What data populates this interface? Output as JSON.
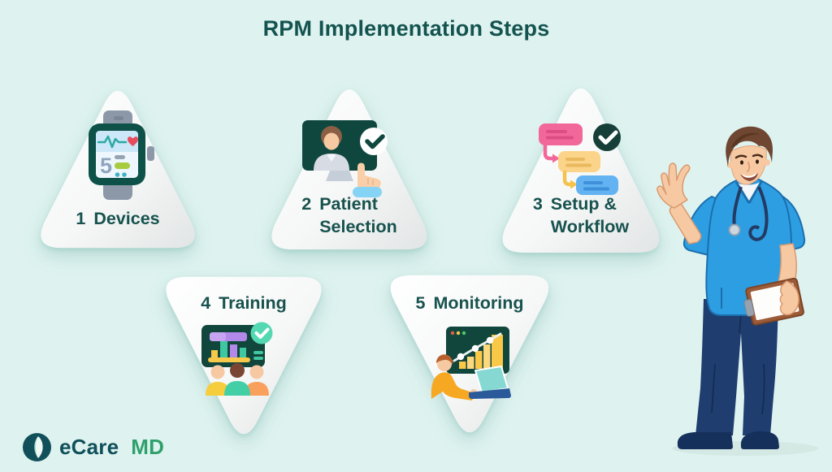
{
  "title": "RPM Implementation Steps",
  "steps": [
    {
      "number": "1",
      "line1": "Devices",
      "line2": "",
      "icon": "smartwatch-icon"
    },
    {
      "number": "2",
      "line1": "Patient",
      "line2": "Selection",
      "icon": "patient-selection-icon"
    },
    {
      "number": "3",
      "line1": "Setup &",
      "line2": "Workflow",
      "icon": "setup-workflow-icon"
    },
    {
      "number": "4",
      "line1": "Training",
      "line2": "",
      "icon": "training-icon"
    },
    {
      "number": "5",
      "line1": "Monitoring",
      "line2": "",
      "icon": "monitoring-icon"
    }
  ],
  "icons": {
    "watch_number": "5",
    "illustration": "male-nurse-presenting-with-clipboard",
    "logo_mark": "ecaremd-leaf-icon"
  },
  "logo": {
    "text_primary": "eCare",
    "text_secondary": "MD"
  },
  "colors": {
    "background": "#def3f0",
    "heading": "#14534f",
    "label": "#17524e",
    "triangle_top": "#ffffff",
    "triangle_bottom": "#e5e7e7",
    "dark_teal_icon": "#11463c",
    "pink": "#f2679a",
    "yellow": "#fbd489",
    "blue": "#63b3f2",
    "mint_check": "#53d8b2",
    "scrub_blue": "#2e9ee3",
    "pants_navy": "#1f3d6e",
    "logo_primary": "#10505a",
    "logo_secondary": "#2fa06b"
  }
}
